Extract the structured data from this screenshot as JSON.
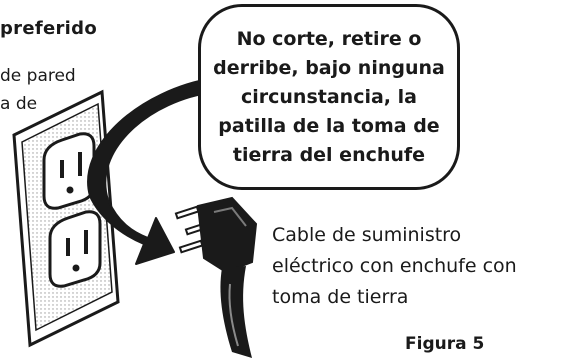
{
  "heading": "preferido",
  "left_text": [
    "de pared",
    "a de"
  ],
  "warning": [
    "No corte, retire o",
    "derribe, bajo ninguna",
    "circunstancia, la",
    "patilla de la toma de",
    "tierra del enchufe"
  ],
  "cable_caption": [
    "Cable de suministro",
    "eléctrico con enchufe con",
    "toma de tierra"
  ],
  "figure_label": "Figura 5"
}
